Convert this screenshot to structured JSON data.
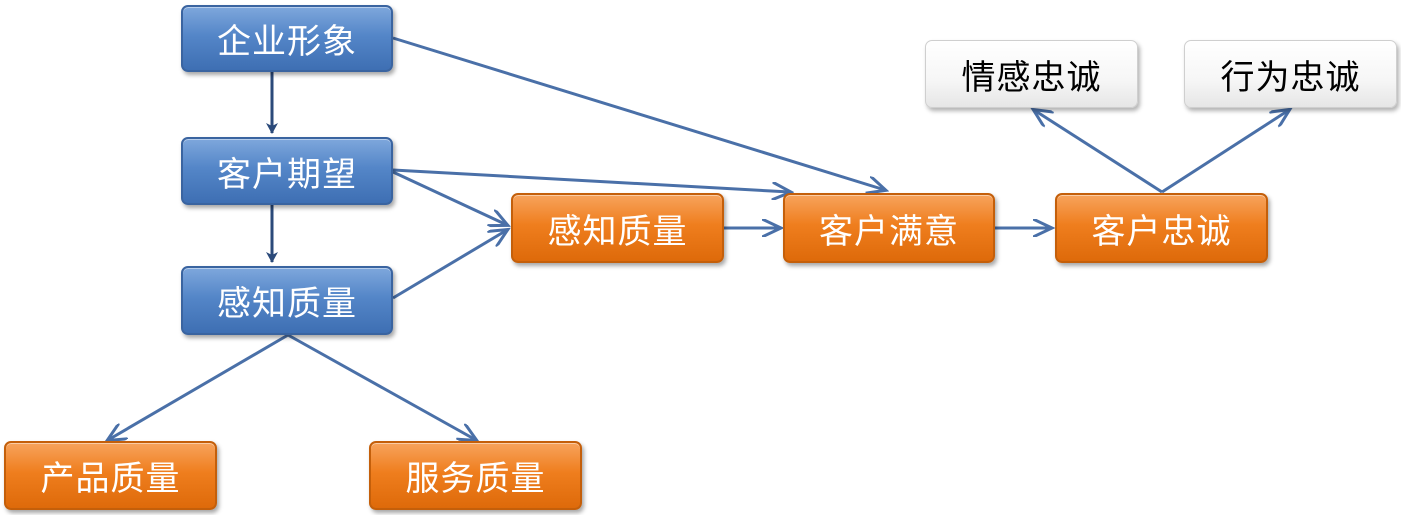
{
  "colors": {
    "blue": "#4f81bd",
    "orange": "#f07f20",
    "white": "#ffffff",
    "arrow_dark": "#2b4a7a",
    "arrow_light": "#4a70a8"
  },
  "nodes": {
    "corporate_image": "企业形象",
    "customer_expectation": "客户期望",
    "perceived_quality_left": "感知质量",
    "perceived_quality_center": "感知质量",
    "customer_satisfaction": "客户满意",
    "customer_loyalty": "客户忠诚",
    "emotional_loyalty": "情感忠诚",
    "behavioral_loyalty": "行为忠诚",
    "product_quality": "产品质量",
    "service_quality": "服务质量"
  }
}
